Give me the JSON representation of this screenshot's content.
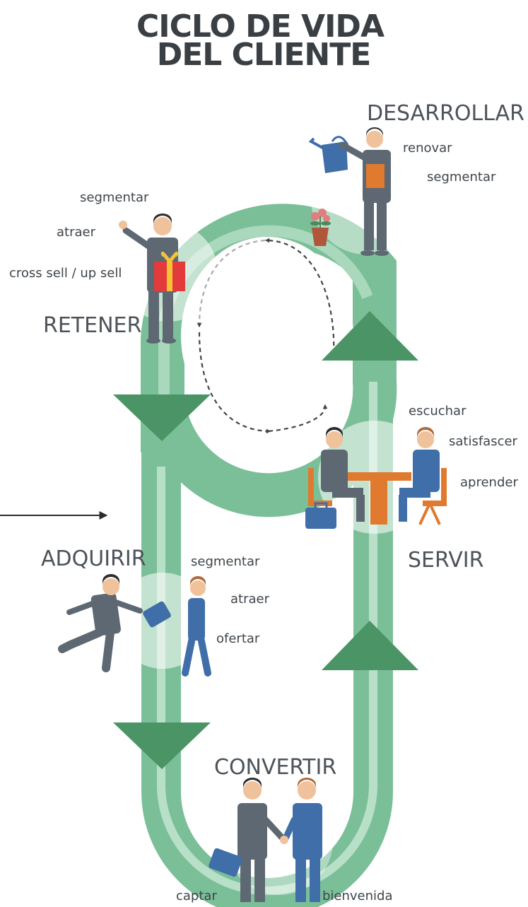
{
  "title": {
    "line1": "CICLO DE VIDA",
    "line2": "DEL CLIENTE"
  },
  "stages": {
    "desarrollar": {
      "label": "DESARROLLAR",
      "activities": [
        "renovar",
        "segmentar"
      ]
    },
    "retener": {
      "label": "RETENER",
      "activities": [
        "segmentar",
        "atraer",
        "cross sell / up sell"
      ]
    },
    "servir": {
      "label": "SERVIR",
      "activities": [
        "escuchar",
        "satisfascer",
        "aprender"
      ]
    },
    "adquirir": {
      "label": "ADQUIRIR",
      "activities": [
        "segmentar",
        "atraer",
        "ofertar"
      ]
    },
    "convertir": {
      "label": "CONVERTIR",
      "activities": [
        "captar",
        "bienvenida"
      ]
    }
  },
  "colors": {
    "track_light": "#9fd0b4",
    "track_mid": "#7bbf98",
    "track_dark": "#5aa57d",
    "arrow_head": "#4a9466",
    "halo": "#e4f1e9",
    "suit_gray": "#5d6873",
    "suit_blue": "#3f6ea8",
    "text": "#4d5359"
  },
  "icons": [
    "watering-can-icon",
    "flower-pot-icon",
    "gift-box-icon",
    "briefcase-icon",
    "table-icon",
    "chair-icon",
    "entry-arrow-icon",
    "cycle-arrow-icon"
  ]
}
